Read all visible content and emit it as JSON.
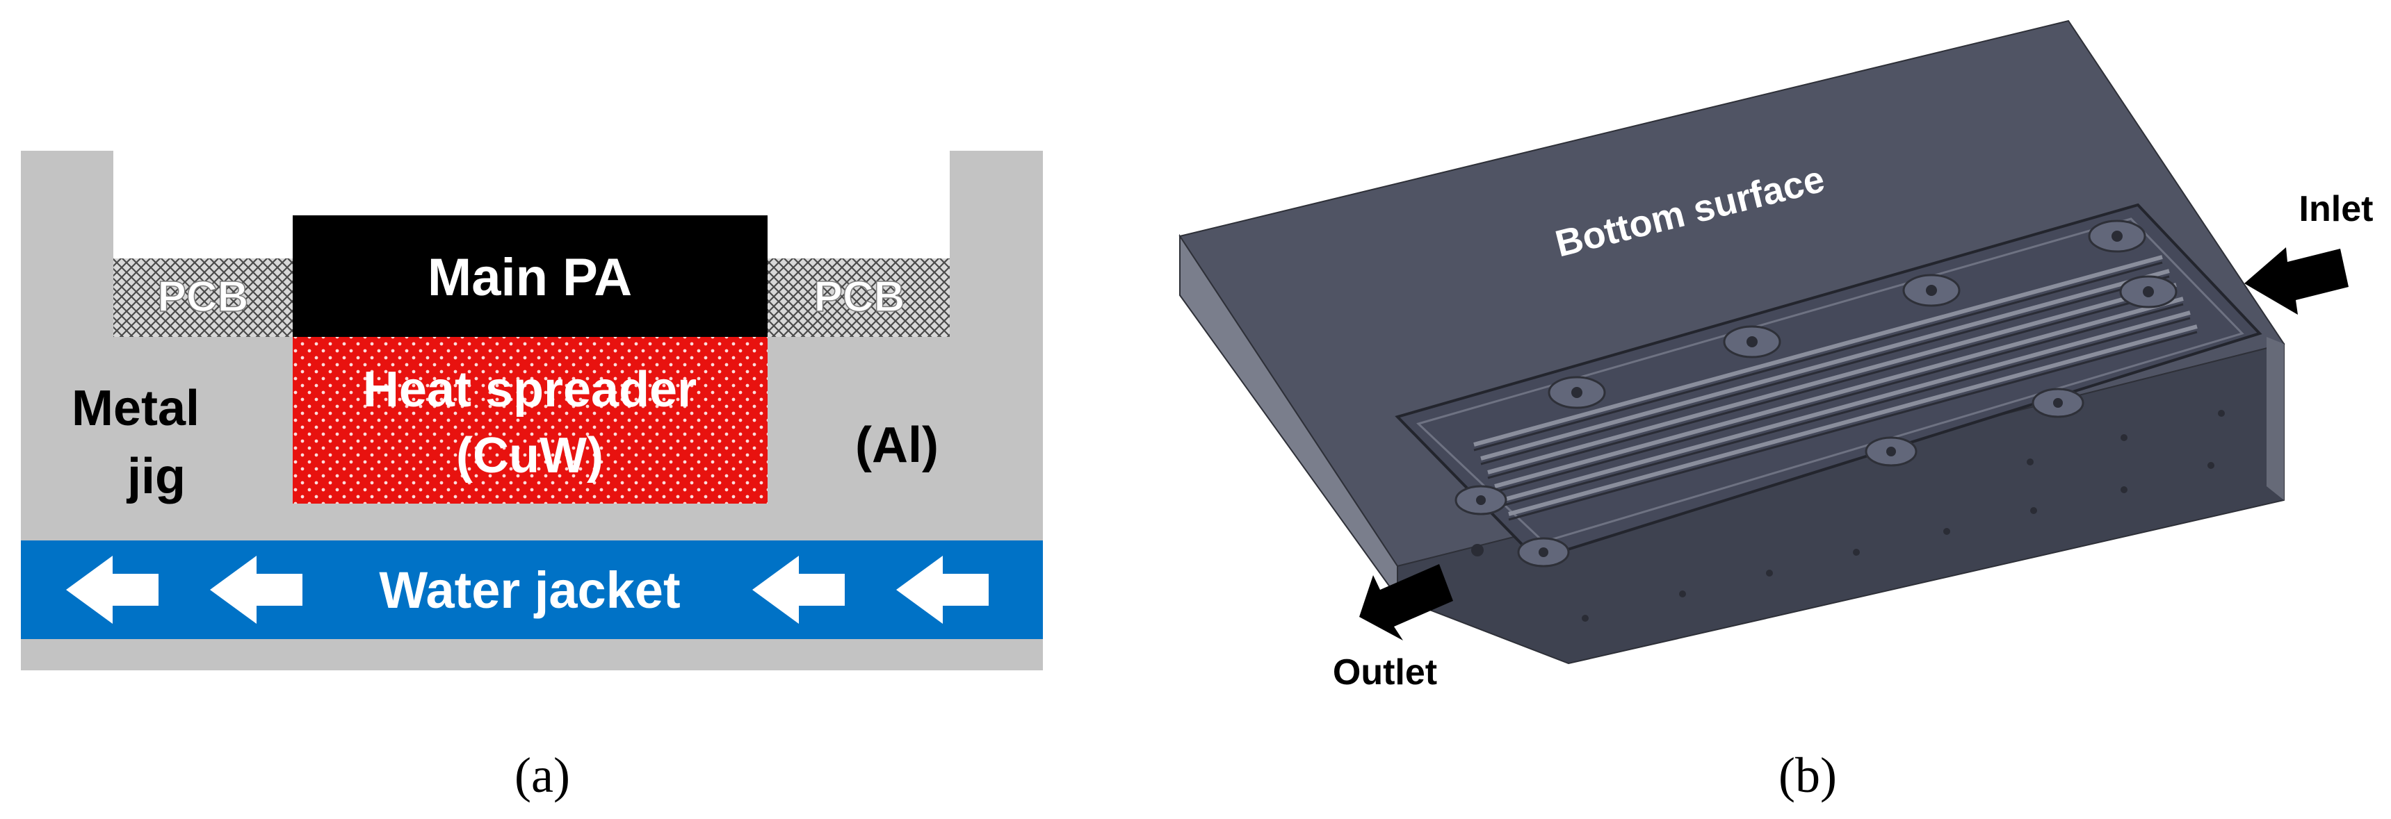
{
  "panel_a": {
    "pcb_left": "PCB",
    "pcb_right": "PCB",
    "main_pa": "Main PA",
    "heat_spreader_line1": "Heat spreader",
    "heat_spreader_line2": "(CuW)",
    "metal_jig_line1": "Metal",
    "metal_jig_line2": "jig",
    "al_label": "(Al)",
    "water_jacket": "Water jacket",
    "caption": "(a)",
    "colors": {
      "metal": "#c3c3c3",
      "main_pa": "#000000",
      "heat_spreader": "#e8120f",
      "water_jacket": "#0072c6",
      "pcb": "#d6d6d6"
    }
  },
  "panel_b": {
    "bottom_surface": "Bottom surface",
    "inlet": "Inlet",
    "outlet": "Outlet",
    "caption": "(b)",
    "colors": {
      "body_top": "#505464",
      "body_side": "#6f7382",
      "body_front": "#3e4250"
    }
  }
}
